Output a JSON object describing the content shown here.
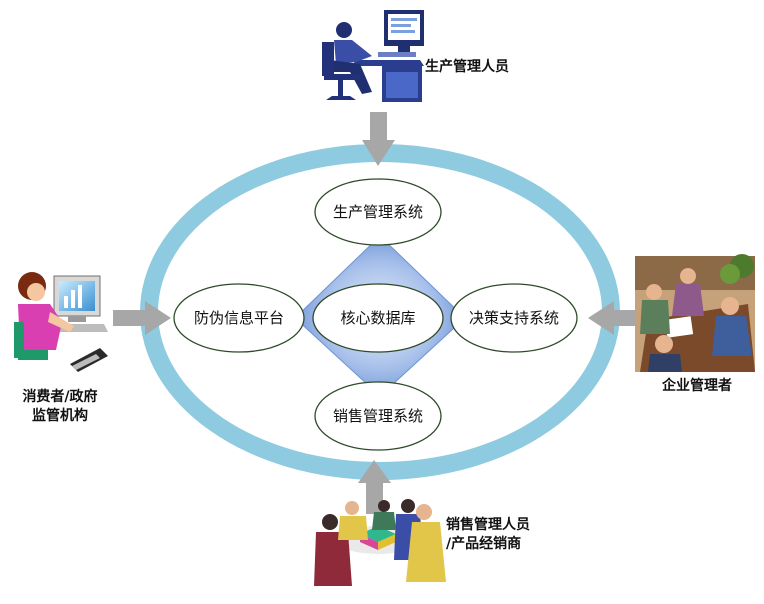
{
  "colors": {
    "ring": "#8fcbe0",
    "ring_inner": "#ffffff",
    "diamond_light": "#dce6f8",
    "diamond_dark": "#5b85cf",
    "node_fill": "#ffffff",
    "node_stroke": "#2f4a2a",
    "arrow": "#a7a7a7"
  },
  "nodes": {
    "production": "生产管理系统",
    "anticounterfeit": "防伪信息平台",
    "core": "核心数据库",
    "decision": "决策支持系统",
    "sales": "销售管理系统"
  },
  "actors": {
    "production_manager": "生产管理人员",
    "consumer_line1": "消费者/政府",
    "consumer_line2": "监管机构",
    "enterprise_manager": "企业管理者",
    "sales_line1": "销售管理人员",
    "sales_line2": "/产品经销商"
  }
}
